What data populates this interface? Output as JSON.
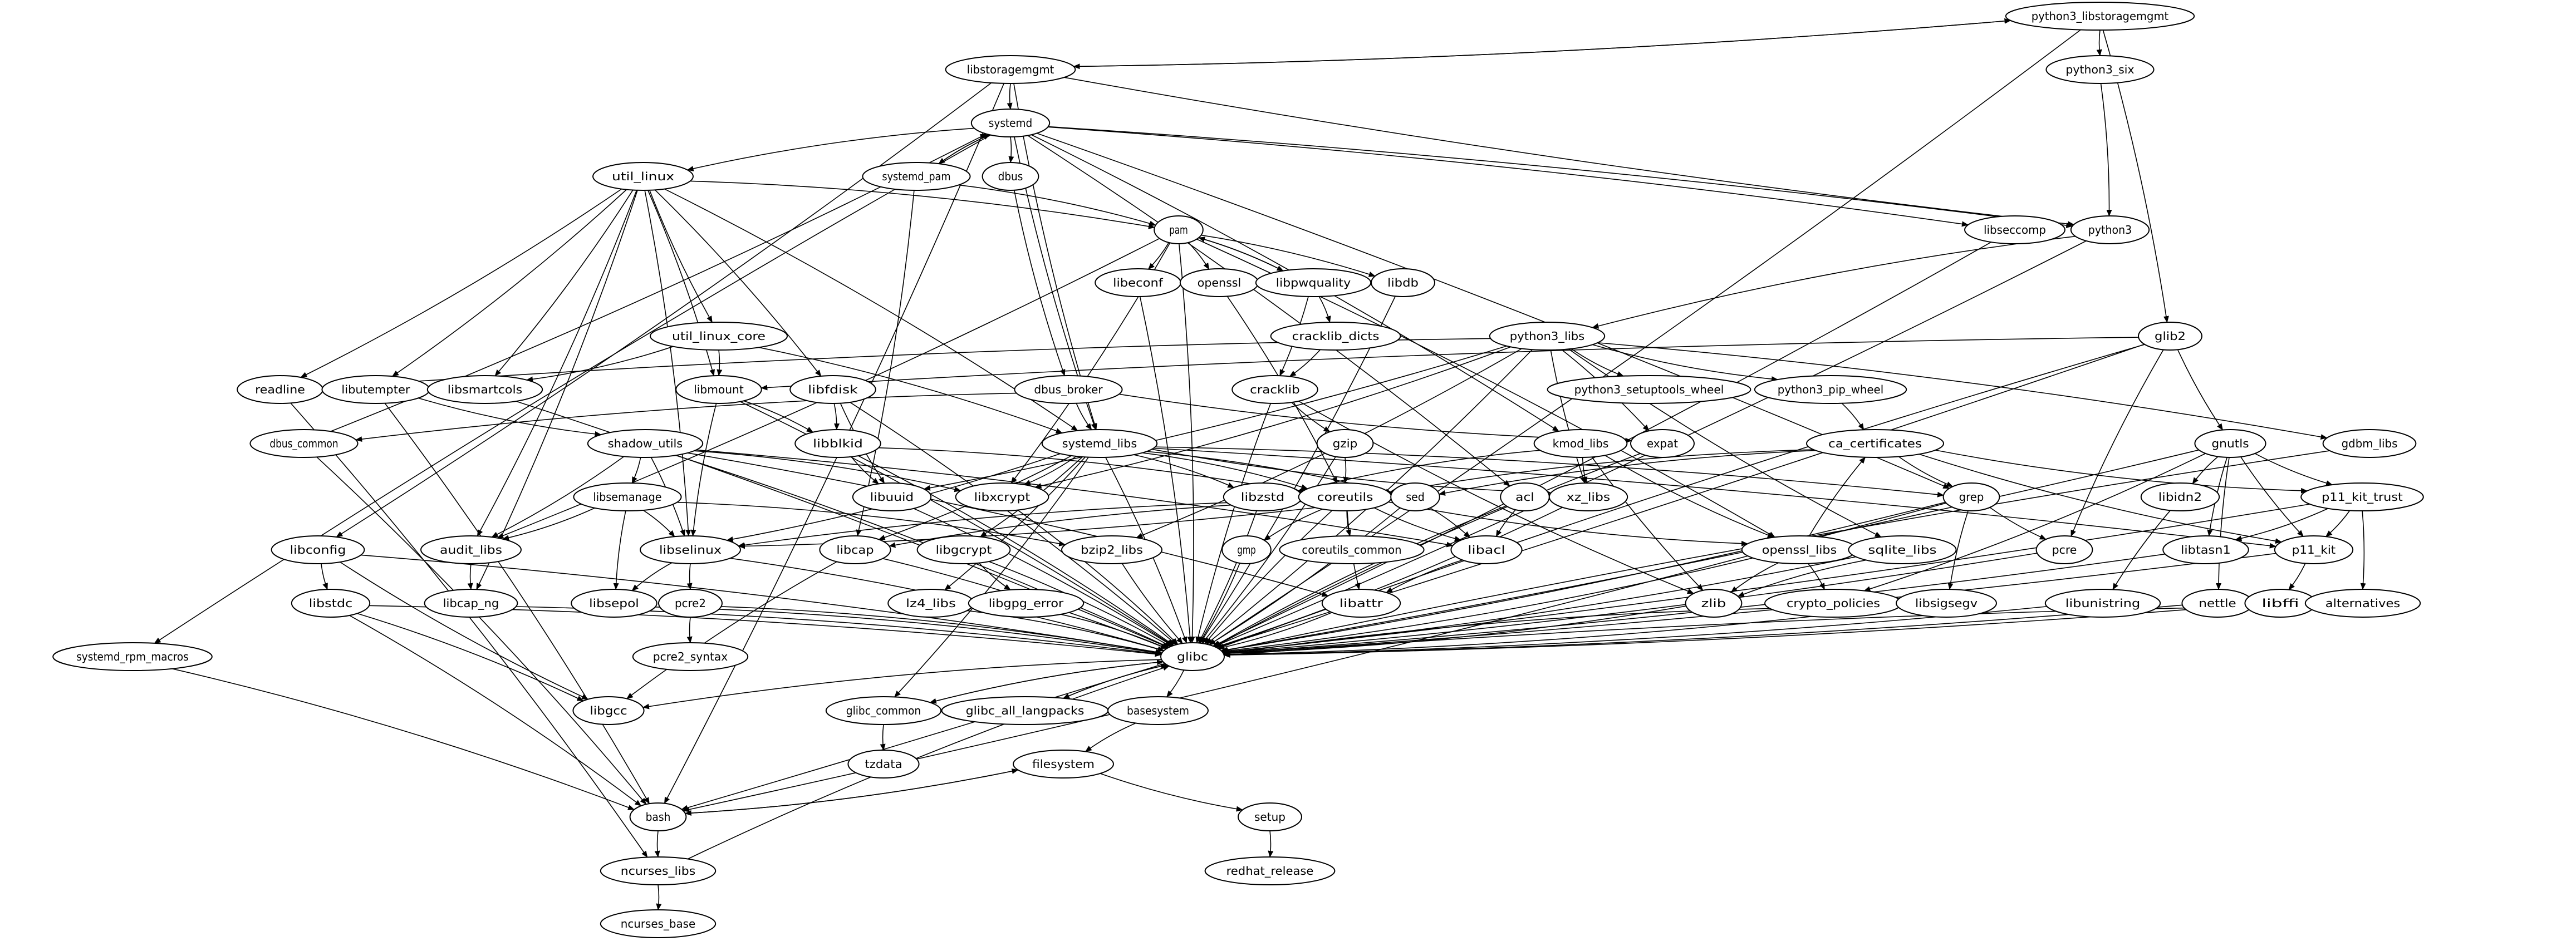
{
  "colors": {
    "background": "#ffffff",
    "stroke": "#000000",
    "text": "#000000"
  },
  "nodes": [
    "python3_libstoragemgmt",
    "libstoragemgmt",
    "python3_six",
    "systemd",
    "util_linux",
    "systemd_pam",
    "dbus",
    "pam",
    "libseccomp",
    "python3",
    "libeconf",
    "openssl",
    "libpwquality",
    "libdb",
    "cracklib_dicts",
    "util_linux_core",
    "python3_libs",
    "glib2",
    "readline",
    "libutempter",
    "libsmartcols",
    "libmount",
    "libfdisk",
    "dbus_broker",
    "cracklib",
    "python3_setuptools_wheel",
    "python3_pip_wheel",
    "dbus_common",
    "shadow_utils",
    "libblkid",
    "systemd_libs",
    "gzip",
    "kmod_libs",
    "expat",
    "ca_certificates",
    "gnutls",
    "gdbm_libs",
    "libsemanage",
    "libuuid",
    "libxcrypt",
    "libzstd",
    "coreutils",
    "sed",
    "acl",
    "xz_libs",
    "grep",
    "libidn2",
    "p11_kit_trust",
    "libconfig",
    "audit_libs",
    "libselinux",
    "libcap",
    "libgcrypt",
    "bzip2_libs",
    "gmp",
    "coreutils_common",
    "libacl",
    "openssl_libs",
    "sqlite_libs",
    "pcre",
    "libtasn1",
    "p11_kit",
    "libstdc",
    "libcap_ng",
    "libsepol",
    "pcre2",
    "lz4_libs",
    "libgpg_error",
    "libattr",
    "zlib",
    "crypto_policies",
    "libsigsegv",
    "libunistring",
    "nettle",
    "libffi",
    "alternatives",
    "systemd_rpm_macros",
    "pcre2_syntax",
    "glibc",
    "libgcc",
    "glibc_common",
    "glibc_all_langpacks",
    "basesystem",
    "tzdata",
    "filesystem",
    "bash",
    "setup",
    "ncurses_libs",
    "redhat_release",
    "ncurses_base"
  ],
  "edges": [
    [
      "python3_libstoragemgmt",
      "libstoragemgmt"
    ],
    [
      "libstoragemgmt",
      "python3_libstoragemgmt"
    ],
    [
      "python3_libstoragemgmt",
      "python3_six"
    ],
    [
      "python3_libstoragemgmt",
      "glib2"
    ],
    [
      "python3_libstoragemgmt",
      "glibc"
    ],
    [
      "python3_six",
      "python3"
    ],
    [
      "libstoragemgmt",
      "systemd"
    ],
    [
      "libstoragemgmt",
      "python3"
    ],
    [
      "libstoragemgmt",
      "libconfig"
    ],
    [
      "libstoragemgmt",
      "bash"
    ],
    [
      "libstoragemgmt",
      "systemd_libs"
    ],
    [
      "systemd",
      "util_linux"
    ],
    [
      "systemd",
      "systemd_pam"
    ],
    [
      "systemd",
      "dbus"
    ],
    [
      "systemd",
      "systemd_libs"
    ],
    [
      "systemd",
      "libseccomp"
    ],
    [
      "systemd",
      "python3"
    ],
    [
      "systemd",
      "acl"
    ],
    [
      "systemd",
      "kmod_libs"
    ],
    [
      "systemd",
      "grep"
    ],
    [
      "systemd",
      "systemd_rpm_macros"
    ],
    [
      "systemd_pam",
      "systemd"
    ],
    [
      "dbus_common",
      "systemd"
    ],
    [
      "util_linux",
      "readline"
    ],
    [
      "util_linux",
      "libutempter"
    ],
    [
      "util_linux",
      "libsmartcols"
    ],
    [
      "util_linux",
      "libmount"
    ],
    [
      "util_linux",
      "util_linux_core"
    ],
    [
      "util_linux",
      "libfdisk"
    ],
    [
      "util_linux",
      "pam"
    ],
    [
      "util_linux",
      "systemd_libs"
    ],
    [
      "util_linux",
      "audit_libs"
    ],
    [
      "util_linux",
      "libcap_ng"
    ],
    [
      "util_linux",
      "libselinux"
    ],
    [
      "systemd_pam",
      "pam"
    ],
    [
      "systemd_pam",
      "libcap"
    ],
    [
      "dbus",
      "dbus_broker"
    ],
    [
      "pam",
      "libeconf"
    ],
    [
      "pam",
      "openssl"
    ],
    [
      "pam",
      "libpwquality"
    ],
    [
      "pam",
      "libdb"
    ],
    [
      "pam",
      "libxcrypt"
    ],
    [
      "pam",
      "audit_libs"
    ],
    [
      "pam",
      "openssl_libs"
    ],
    [
      "pam",
      "glibc"
    ],
    [
      "libpwquality",
      "pam"
    ],
    [
      "libpwquality",
      "cracklib_dicts"
    ],
    [
      "libpwquality",
      "cracklib"
    ],
    [
      "cracklib_dicts",
      "cracklib"
    ],
    [
      "cracklib",
      "gzip"
    ],
    [
      "cracklib",
      "zlib"
    ],
    [
      "cracklib",
      "glibc"
    ],
    [
      "openssl",
      "coreutils"
    ],
    [
      "libeconf",
      "glibc"
    ],
    [
      "libdb",
      "glibc"
    ],
    [
      "libseccomp",
      "glibc"
    ],
    [
      "python3",
      "python3_libs"
    ],
    [
      "python3",
      "glibc"
    ],
    [
      "python3_libs",
      "readline"
    ],
    [
      "python3_libs",
      "python3_setuptools_wheel"
    ],
    [
      "python3_libs",
      "python3_pip_wheel"
    ],
    [
      "python3_libs",
      "expat"
    ],
    [
      "python3_libs",
      "gdbm_libs"
    ],
    [
      "python3_libs",
      "libxcrypt"
    ],
    [
      "python3_libs",
      "libuuid"
    ],
    [
      "python3_libs",
      "bzip2_libs"
    ],
    [
      "python3_libs",
      "xz_libs"
    ],
    [
      "python3_libs",
      "sqlite_libs"
    ],
    [
      "python3_libs",
      "glibc"
    ],
    [
      "glib2",
      "libmount"
    ],
    [
      "glib2",
      "gnutls"
    ],
    [
      "glib2",
      "pcre"
    ],
    [
      "glib2",
      "bash"
    ],
    [
      "glib2",
      "glibc"
    ],
    [
      "util_linux_core",
      "libsmartcols"
    ],
    [
      "util_linux_core",
      "libmount"
    ],
    [
      "util_linux_core",
      "systemd_libs"
    ],
    [
      "readline",
      "ncurses_libs"
    ],
    [
      "libutempter",
      "shadow_utils"
    ],
    [
      "libutempter",
      "bash"
    ],
    [
      "libsmartcols",
      "glibc"
    ],
    [
      "libmount",
      "libblkid"
    ],
    [
      "libmount",
      "libselinux"
    ],
    [
      "libmount",
      "glibc"
    ],
    [
      "libfdisk",
      "libblkid"
    ],
    [
      "libfdisk",
      "libuuid"
    ],
    [
      "libfdisk",
      "glibc"
    ],
    [
      "dbus_broker",
      "dbus_common"
    ],
    [
      "dbus_broker",
      "systemd_libs"
    ],
    [
      "dbus_broker",
      "expat"
    ],
    [
      "dbus_common",
      "bash"
    ],
    [
      "shadow_utils",
      "libsemanage"
    ],
    [
      "shadow_utils",
      "audit_libs"
    ],
    [
      "shadow_utils",
      "libselinux"
    ],
    [
      "shadow_utils",
      "libxcrypt"
    ],
    [
      "shadow_utils",
      "libattr"
    ],
    [
      "shadow_utils",
      "libacl"
    ],
    [
      "shadow_utils",
      "glibc"
    ],
    [
      "libblkid",
      "libuuid"
    ],
    [
      "libblkid",
      "glibc"
    ],
    [
      "libblkid",
      "coreutils"
    ],
    [
      "systemd_libs",
      "libxcrypt"
    ],
    [
      "systemd_libs",
      "libcap"
    ],
    [
      "systemd_libs",
      "libgcrypt"
    ],
    [
      "systemd_libs",
      "lz4_libs"
    ],
    [
      "systemd_libs",
      "libzstd"
    ],
    [
      "systemd_libs",
      "xz_libs"
    ],
    [
      "systemd_libs",
      "libselinux"
    ],
    [
      "systemd_libs",
      "glibc"
    ],
    [
      "systemd_libs",
      "glibc_common"
    ],
    [
      "systemd_libs",
      "p11_kit"
    ],
    [
      "systemd_libs",
      "grep"
    ],
    [
      "systemd_libs",
      "coreutils"
    ],
    [
      "systemd_libs",
      "sed"
    ],
    [
      "python3_pip_wheel",
      "ca_certificates"
    ],
    [
      "gzip",
      "coreutils"
    ],
    [
      "gzip",
      "glibc"
    ],
    [
      "kmod_libs",
      "libzstd"
    ],
    [
      "kmod_libs",
      "xz_libs"
    ],
    [
      "kmod_libs",
      "openssl_libs"
    ],
    [
      "kmod_libs",
      "zlib"
    ],
    [
      "expat",
      "glibc"
    ],
    [
      "ca_certificates",
      "coreutils"
    ],
    [
      "ca_certificates",
      "sed"
    ],
    [
      "ca_certificates",
      "grep"
    ],
    [
      "ca_certificates",
      "p11_kit"
    ],
    [
      "ca_certificates",
      "p11_kit_trust"
    ],
    [
      "gnutls",
      "libidn2"
    ],
    [
      "gnutls",
      "libtasn1"
    ],
    [
      "gnutls",
      "p11_kit"
    ],
    [
      "gnutls",
      "p11_kit_trust"
    ],
    [
      "gnutls",
      "nettle"
    ],
    [
      "gnutls",
      "crypto_policies"
    ],
    [
      "gnutls",
      "glibc"
    ],
    [
      "gdbm_libs",
      "glibc"
    ],
    [
      "libsemanage",
      "audit_libs"
    ],
    [
      "libsemanage",
      "libselinux"
    ],
    [
      "libsemanage",
      "libsepol"
    ],
    [
      "libsemanage",
      "bzip2_libs"
    ],
    [
      "libuuid",
      "glibc"
    ],
    [
      "libxcrypt",
      "glibc"
    ],
    [
      "libzstd",
      "glibc"
    ],
    [
      "libconfig",
      "libstdc"
    ],
    [
      "libconfig",
      "libgcc"
    ],
    [
      "libconfig",
      "glibc"
    ],
    [
      "audit_libs",
      "libcap_ng"
    ],
    [
      "libselinux",
      "libsepol"
    ],
    [
      "libselinux",
      "pcre2"
    ],
    [
      "libselinux",
      "glibc"
    ],
    [
      "libcap",
      "glibc"
    ],
    [
      "libcap",
      "libgcc"
    ],
    [
      "libgcrypt",
      "libgpg_error"
    ],
    [
      "libgcrypt",
      "glibc"
    ],
    [
      "bzip2_libs",
      "glibc"
    ],
    [
      "gmp",
      "glibc"
    ],
    [
      "libstdc",
      "libgcc"
    ],
    [
      "libstdc",
      "glibc"
    ],
    [
      "libstdc",
      "bash"
    ],
    [
      "libcap_ng",
      "glibc"
    ],
    [
      "libsepol",
      "glibc"
    ],
    [
      "pcre2",
      "pcre2_syntax"
    ],
    [
      "pcre2",
      "glibc"
    ],
    [
      "lz4_libs",
      "glibc"
    ],
    [
      "libgpg_error",
      "glibc"
    ],
    [
      "systemd_rpm_macros",
      "bash"
    ],
    [
      "glibc",
      "libgcc"
    ],
    [
      "glibc",
      "glibc_common"
    ],
    [
      "glibc",
      "glibc_all_langpacks"
    ],
    [
      "glibc",
      "basesystem"
    ],
    [
      "glibc_common",
      "glibc"
    ],
    [
      "glibc_all_langpacks",
      "glibc"
    ],
    [
      "glibc_common",
      "tzdata"
    ],
    [
      "basesystem",
      "filesystem"
    ],
    [
      "filesystem",
      "bash"
    ],
    [
      "bash",
      "filesystem"
    ],
    [
      "filesystem",
      "setup"
    ],
    [
      "setup",
      "redhat_release"
    ],
    [
      "bash",
      "ncurses_libs"
    ],
    [
      "ncurses_libs",
      "ncurses_base"
    ],
    [
      "ncurses_libs",
      "glibc"
    ],
    [
      "coreutils",
      "coreutils_common"
    ],
    [
      "coreutils",
      "libacl"
    ],
    [
      "coreutils",
      "libattr"
    ],
    [
      "coreutils",
      "libselinux"
    ],
    [
      "coreutils",
      "openssl_libs"
    ],
    [
      "coreutils",
      "gmp"
    ],
    [
      "coreutils",
      "libcap"
    ],
    [
      "coreutils",
      "glibc"
    ],
    [
      "sed",
      "libacl"
    ],
    [
      "sed",
      "libselinux"
    ],
    [
      "sed",
      "glibc"
    ],
    [
      "acl",
      "libacl"
    ],
    [
      "acl",
      "glibc"
    ],
    [
      "xz_libs",
      "glibc"
    ],
    [
      "grep",
      "pcre"
    ],
    [
      "grep",
      "libsigsegv"
    ],
    [
      "grep",
      "glibc"
    ],
    [
      "grep",
      "bash"
    ],
    [
      "libidn2",
      "libunistring"
    ],
    [
      "p11_kit_trust",
      "libtasn1"
    ],
    [
      "p11_kit_trust",
      "p11_kit"
    ],
    [
      "p11_kit_trust",
      "alternatives"
    ],
    [
      "p11_kit_trust",
      "glibc"
    ],
    [
      "libacl",
      "libattr"
    ],
    [
      "openssl_libs",
      "zlib"
    ],
    [
      "openssl_libs",
      "crypto_policies"
    ],
    [
      "openssl_libs",
      "ca_certificates"
    ],
    [
      "openssl_libs",
      "glibc"
    ],
    [
      "sqlite_libs",
      "zlib"
    ],
    [
      "sqlite_libs",
      "glibc"
    ],
    [
      "pcre",
      "glibc"
    ],
    [
      "libtasn1",
      "glibc"
    ],
    [
      "p11_kit",
      "libffi"
    ],
    [
      "p11_kit",
      "glibc"
    ],
    [
      "libattr",
      "glibc"
    ],
    [
      "zlib",
      "glibc"
    ],
    [
      "libsigsegv",
      "glibc"
    ],
    [
      "libunistring",
      "glibc"
    ],
    [
      "nettle",
      "glibc"
    ],
    [
      "libffi",
      "glibc"
    ],
    [
      "alternatives",
      "glibc"
    ],
    [
      "crypto_policies",
      "glibc"
    ]
  ]
}
